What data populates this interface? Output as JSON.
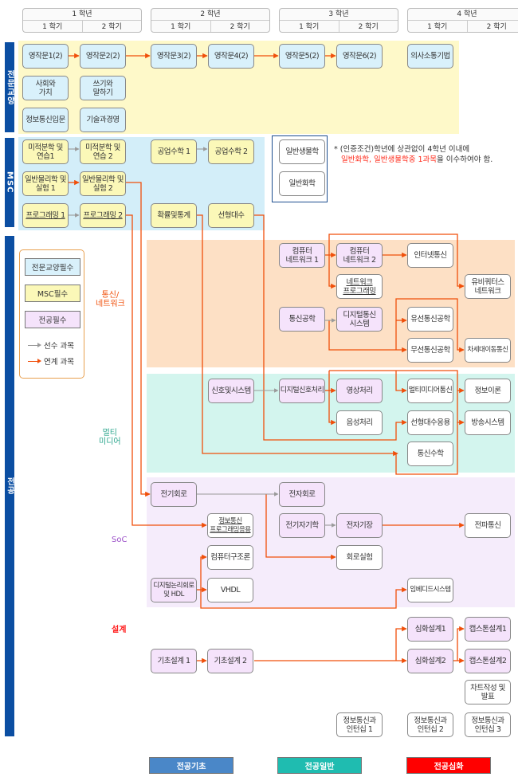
{
  "years": [
    {
      "label": "1 학년",
      "sem1": "1 학기",
      "sem2": "2 학기"
    },
    {
      "label": "2 학년",
      "sem1": "1 학기",
      "sem2": "2 학기"
    },
    {
      "label": "3 학년",
      "sem1": "1 학기",
      "sem2": "2 학기"
    },
    {
      "label": "4 학년",
      "sem1": "1 학기",
      "sem2": "2 학기"
    }
  ],
  "sections": {
    "liberal": "전문교양",
    "msc": "MSC",
    "major": "전공"
  },
  "subsections": {
    "network": "통신/\n네트워크",
    "multimedia": "멀티\n미디어",
    "soc": "SoC",
    "design": "설계"
  },
  "colors": {
    "sidebar": "#0b4ea2",
    "liberal_band": "#fef9c9",
    "msc_band": "#d3eef9",
    "network_band": "#fde0c5",
    "multimedia_band": "#d3f5ee",
    "soc_band": "#f5ecfb",
    "link_arrow": "#f04f0a",
    "prereq_arrow": "#9a9a9a",
    "basic": "#4a87c8",
    "general": "#1fbcb0",
    "advanced": "#ff0000"
  },
  "courses": {
    "eng1": "영작문1(2)",
    "eng2": "영작문2(2)",
    "eng3": "영작문3(2)",
    "eng4": "영작문4(2)",
    "eng5": "영작문5(2)",
    "eng6": "영작문6(2)",
    "comm": "의사소통기법",
    "society": "사회와\n가치",
    "writing": "쓰기와\n말하기",
    "ictintro": "정보통신입문",
    "techmgmt": "기술과경영",
    "calc1": "미적분학 및\n연습1",
    "calc2": "미적분학 및\n연습 2",
    "engmath1": "공업수학 1",
    "engmath2": "공업수학 2",
    "phys1": "일반물리학 및\n실험 1",
    "phys2": "일반물리학 및\n실험 2",
    "prog1": "프로그래밍 1",
    "prog2": "프로그래밍 2",
    "prob": "확률및통계",
    "linalg": "선형대수",
    "bio": "일반생물학",
    "chem": "일반화학",
    "net1": "컴퓨터\n네트워크 1",
    "net2": "컴퓨터\n네트워크 2",
    "internet": "인터넷통신",
    "netprog": "네트워크\n프로그래밍",
    "ubiq": "유비쿼터스\n네트워크",
    "commeng": "통신공학",
    "digcomm": "디지털통신\n시스템",
    "wired": "유선통신공학",
    "wireless": "무선통신공학",
    "nextgen": "차세대이동통신",
    "sigsys": "신호및시스템",
    "dsp": "디지털신호처리",
    "image": "영상처리",
    "speech": "음성처리",
    "mmcomm": "멀티미디어통신",
    "infotheory": "정보이론",
    "linalgapp": "선형대수응용",
    "broadcast": "방송시스템",
    "commmath": "통신수학",
    "circuit": "전기회로",
    "electronic": "전자회로",
    "ictprog": "정보통신\n프로그래밍응용",
    "emag": "전기자기학",
    "emfield": "전자기장",
    "rfcomm": "전파통신",
    "arch": "컴퓨터구조론",
    "circuitlab": "회로실험",
    "digital": "디지털논리회로\n및 HDL",
    "vhdl": "VHDL",
    "embedded": "임베디드시스템",
    "design1": "기초설계 1",
    "design2": "기초설계 2",
    "adv1": "심화설계1",
    "adv2": "심화설계2",
    "cap1": "캡스톤설계1",
    "cap2": "캡스톤설계2",
    "chart": "차트작성 및\n발표",
    "intern1": "정보통신과\n인턴십 1",
    "intern2": "정보통신과\n인턴십 2",
    "intern3": "정보통신과\n인턴십 3"
  },
  "legend": {
    "liberal_req": "전문교양필수",
    "msc_req": "MSC필수",
    "major_req": "전공필수",
    "prereq": "선수 과목",
    "linked": "연계 과목"
  },
  "note": {
    "line1": "* (인증조건)학년에 상관없이 4학년 이내에",
    "line2_red": "일반화학, 일반생물학중 1과목",
    "line2_rest": "을 이수하여야 함."
  },
  "bottom_legend": {
    "basic": "전공기초",
    "general": "전공일반",
    "advanced": "전공심화"
  }
}
